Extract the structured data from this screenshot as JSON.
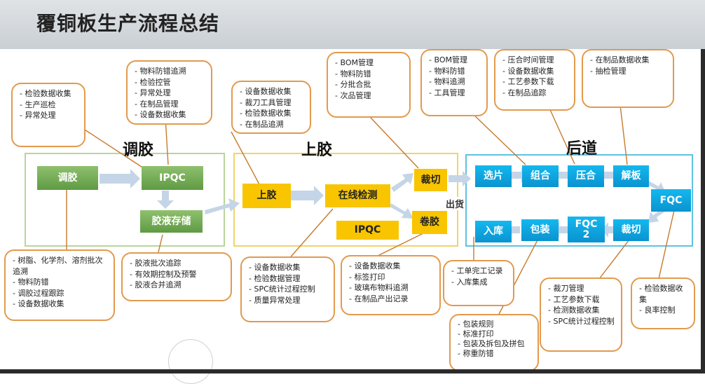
{
  "title": "覆铜板生产流程总结",
  "sections": {
    "glue": "调胶",
    "coating": "上胶",
    "back": "后道"
  },
  "nodes": {
    "tiaojiao": "调胶",
    "ipqc1": "IPQC",
    "store": "胶液存储",
    "shangjiao": "上胶",
    "online": "在线检测",
    "ipqc2": "IPQC",
    "cut1": "裁切",
    "roll": "卷胶",
    "xuanpian": "选片",
    "zuhe": "组合",
    "yahe": "压合",
    "jieban": "解板",
    "fqc": "FQC",
    "ruku": "入库",
    "baozhuang": "包装",
    "fqc2": "FQC\n2",
    "cut2": "裁切"
  },
  "overlay_text": "出货",
  "callouts": {
    "c1": [
      "检验数据收集",
      "生产巡检",
      "异常处理"
    ],
    "c2": [
      "物料防错追溯",
      "检验控管",
      "异常处理",
      "在制品管理",
      "设备数据收集"
    ],
    "c3": [
      "设备数据收集",
      "裁刀工具管理",
      "检验数据收集",
      "在制品追溯"
    ],
    "c4": [
      "BOM管理",
      "物料防错",
      "分批合批",
      "次品管理"
    ],
    "c5": [
      "BOM管理",
      "物料防错",
      "物料追溯",
      "工具管理"
    ],
    "c6": [
      "压合时间管理",
      "设备数据收集",
      "工艺参数下载",
      "在制品追踪"
    ],
    "c7": [
      "在制品数据收集",
      "抽检管理"
    ],
    "c8": [
      "树脂、化学剂、溶剂批次追溯",
      "物料防错",
      "调胶过程跟踪",
      "设备数据收集"
    ],
    "c9": [
      "胶液批次追踪",
      "有效期控制及预警",
      "胶液合并追溯"
    ],
    "c10": [
      "设备数据收集",
      "检验数据管理",
      "SPC统计过程控制",
      "质量异常处理"
    ],
    "c11": [
      "设备数据收集",
      "标签打印",
      "玻璃布物料追溯",
      "在制品产出记录"
    ],
    "c12": [
      "工单完工记录",
      "入库集成"
    ],
    "c13": [
      "包装规则",
      "标准打印",
      "包装及拆包及拼包",
      "称重防错"
    ],
    "c14": [
      "裁刀管理",
      "工艺参数下载",
      "检测数据收集",
      "SPC统计过程控制"
    ],
    "c15": [
      "检验数据收集",
      "良率控制"
    ]
  },
  "colors": {
    "callout_border": "#e29a4e",
    "green": "#6aa84f",
    "yellow": "#f8c500",
    "blue": "#0fa7e3"
  }
}
